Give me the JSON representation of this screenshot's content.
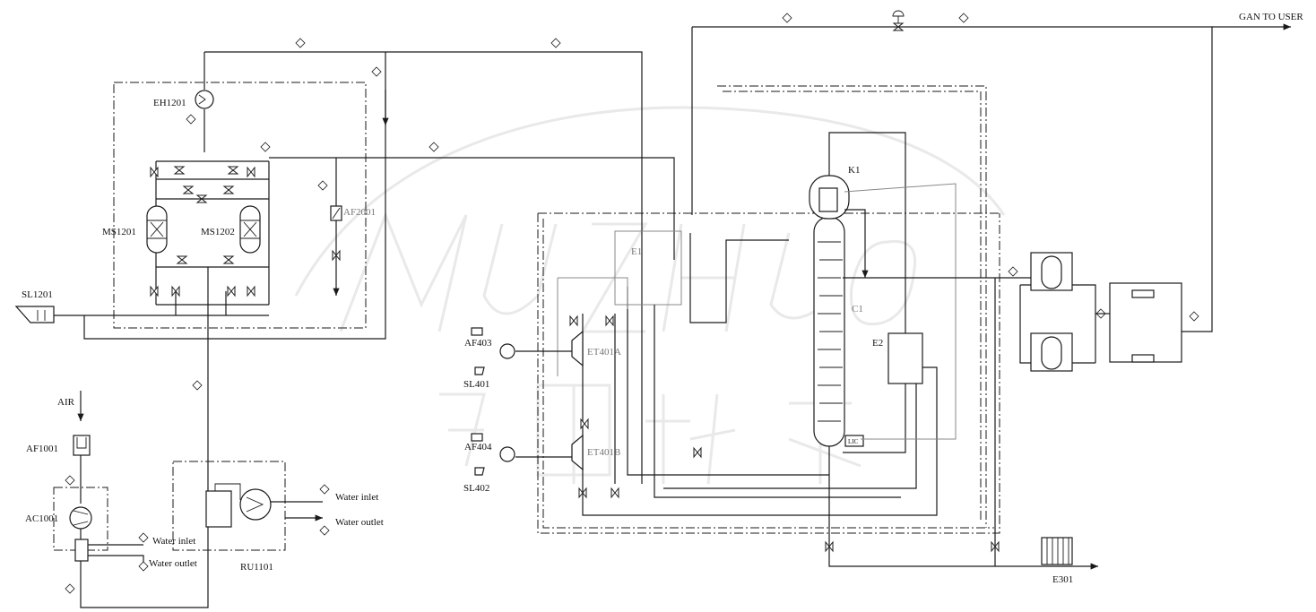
{
  "equipment": {
    "eh1201": "EH1201",
    "ms1201": "MS1201",
    "ms1202": "MS1202",
    "af2001": "AF2001",
    "sl1201": "SL1201",
    "air": "AIR",
    "af1001": "AF1001",
    "ac1001": "AC1001",
    "ru1101": "RU1101",
    "e1": "E1",
    "af403": "AF403",
    "sl401": "SL401",
    "et401a": "ET401A",
    "af404": "AF404",
    "sl402": "SL402",
    "et401b": "ET401B",
    "k1": "K1",
    "c1": "C1",
    "e2": "E2",
    "lic": "LIC",
    "e301": "E301"
  },
  "streams": {
    "gan_to_user": "GAN TO USER",
    "water_inlet_1": "Water inlet",
    "water_outlet_1": "Water outlet",
    "water_inlet_2": "Water inlet",
    "water_outlet_2": "Water outlet"
  },
  "colors": {
    "line": "#1a1a1a",
    "watermark": "#e9e9e9",
    "secondary": "#888888"
  },
  "icons": {
    "valve": "valve-icon",
    "compressor": "compressor-icon",
    "heater": "heater-icon",
    "adsorber": "adsorber-vessel-icon",
    "stream_tag": "stream-tag-icon"
  }
}
